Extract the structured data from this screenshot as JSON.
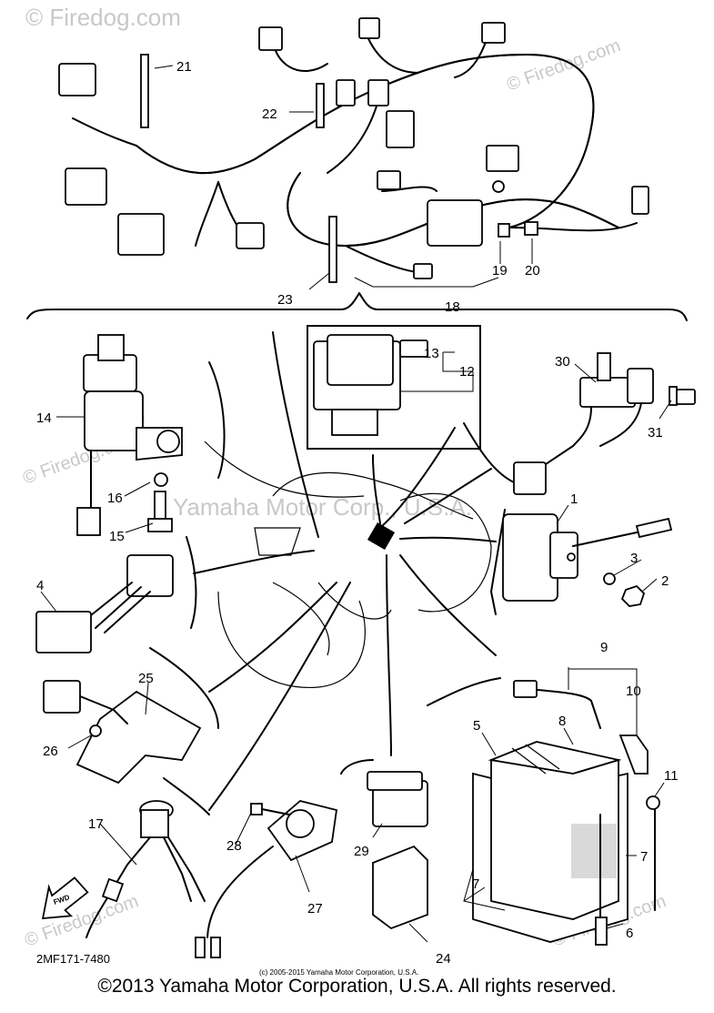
{
  "watermarks": {
    "site": "© Firedog.com",
    "site_short": "© Firedog.com",
    "yamaha": "Yamaha Motor Corp., U.S.A."
  },
  "callouts": {
    "c1": "1",
    "c2": "2",
    "c3": "3",
    "c4": "4",
    "c5": "5",
    "c6": "6",
    "c7a": "7",
    "c7b": "7",
    "c8": "8",
    "c9": "9",
    "c10": "10",
    "c11": "11",
    "c12": "12",
    "c13": "13",
    "c14": "14",
    "c15": "15",
    "c16": "16",
    "c17": "17",
    "c18": "18",
    "c19": "19",
    "c20": "20",
    "c21": "21",
    "c22": "22",
    "c23": "23",
    "c24": "24",
    "c25": "25",
    "c26": "26",
    "c27": "27",
    "c28": "28",
    "c29": "29",
    "c30": "30",
    "c31": "31"
  },
  "diagram_code": "2MF171-7480",
  "small_copyright": "(c) 2005-2015 Yamaha Motor Corporation, U.S.A.",
  "fwd_label": "FWD",
  "footer": "©2013 Yamaha Motor Corporation, U.S.A. All rights reserved."
}
